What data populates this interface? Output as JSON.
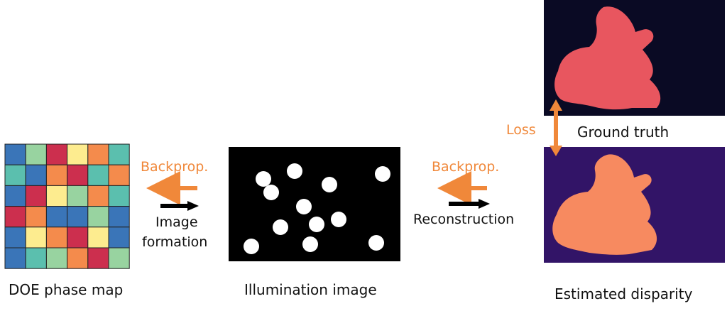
{
  "panels": {
    "doe": {
      "caption": "DOE phase map",
      "grid_colors": [
        [
          "#3a75b8",
          "#98d3a0",
          "#cc2f4e",
          "#fdec8f",
          "#f48b4c",
          "#5bbfae"
        ],
        [
          "#5bbfae",
          "#3a75b8",
          "#f48b4c",
          "#cc2f4e",
          "#5bbfae",
          "#f48b4c"
        ],
        [
          "#3a75b8",
          "#cc2f4e",
          "#fdec8f",
          "#98d3a0",
          "#f48b4c",
          "#5bbfae"
        ],
        [
          "#cc2f4e",
          "#f48b4c",
          "#3a75b8",
          "#3a75b8",
          "#98d3a0",
          "#3a75b8"
        ],
        [
          "#3a75b8",
          "#fdec8f",
          "#f48b4c",
          "#cc2f4e",
          "#fdec8f",
          "#3a75b8"
        ],
        [
          "#3a75b8",
          "#5bbfae",
          "#98d3a0",
          "#f48b4c",
          "#cc2f4e",
          "#98d3a0"
        ]
      ]
    },
    "illumination": {
      "caption": "Illumination image",
      "background": "#000000",
      "dot_color": "#ffffff"
    },
    "ground_truth": {
      "label": "Ground truth",
      "background": "#0a0a24",
      "shape_color": "#e8565f"
    },
    "estimated": {
      "caption": "Estimated disparity",
      "background": "#321467",
      "shape_color": "#f78a60"
    }
  },
  "arrows": {
    "left": {
      "backprop_label": "Backprop.",
      "forward_label_1": "Image",
      "forward_label_2": "formation"
    },
    "right": {
      "backprop_label": "Backprop.",
      "forward_label": "Reconstruction"
    },
    "loss_label": "Loss"
  },
  "colors": {
    "backprop": "#f0883a",
    "forward": "#000000",
    "text": "#111111"
  }
}
